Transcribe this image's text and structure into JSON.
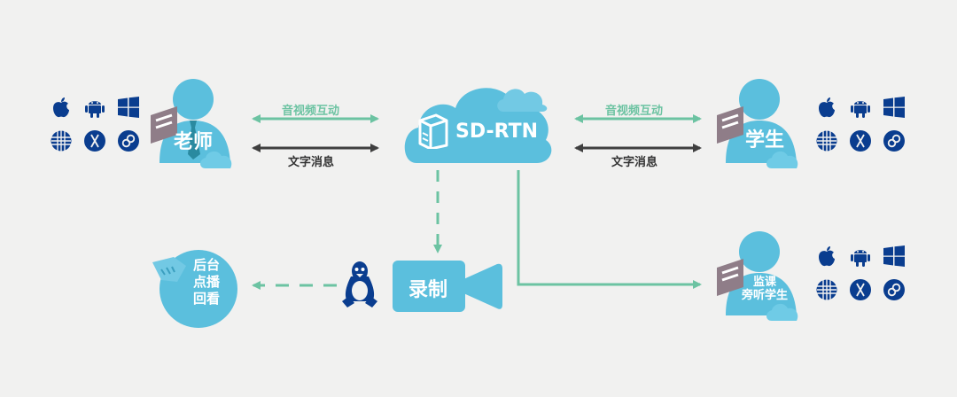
{
  "colors": {
    "background": "#f1f1f0",
    "primary_blue": "#5bbfdd",
    "dark_blue": "#0a3d8f",
    "green_arrow": "#6cc3a2",
    "dark_arrow": "#3f3f3f",
    "chat_gray": "#8f7d88"
  },
  "center": {
    "label": "SD-RTN",
    "icon": "server-box-icon"
  },
  "links": {
    "av_interaction": "音视频互动",
    "text_message": "文字消息"
  },
  "nodes": {
    "teacher": {
      "label": "老师"
    },
    "student": {
      "label": "学生"
    },
    "monitor": {
      "label_line1": "监课",
      "label_line2": "旁听学生"
    },
    "recorder": {
      "label": "录制"
    },
    "playback": {
      "line1": "后台",
      "line2": "点播",
      "line3": "回看"
    }
  },
  "platforms": [
    {
      "name": "apple-icon"
    },
    {
      "name": "android-icon"
    },
    {
      "name": "windows-icon"
    },
    {
      "name": "web-icon"
    },
    {
      "name": "x-icon"
    },
    {
      "name": "link-icon"
    }
  ]
}
